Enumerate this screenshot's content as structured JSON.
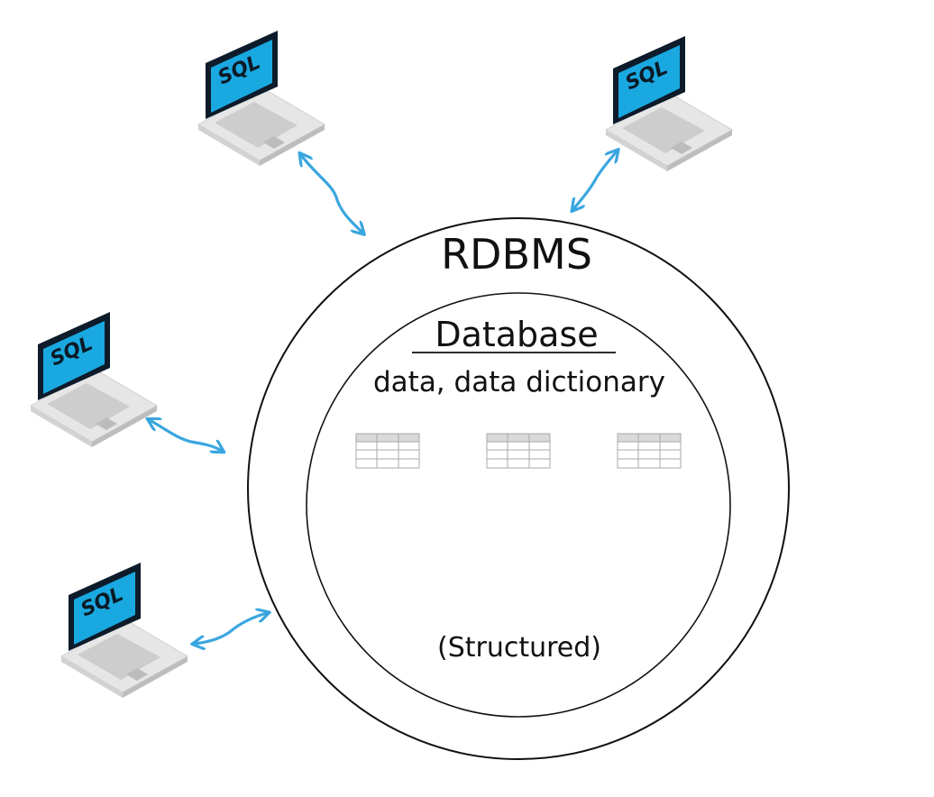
{
  "diagram": {
    "system_label": "RDBMS",
    "database_label": "Database",
    "database_contents": "data, data dictionary",
    "structure_note": "(Structured)",
    "client_screen_text": "SQL",
    "clients": [
      {
        "id": "client-top-left",
        "screen_text": "SQL"
      },
      {
        "id": "client-top-right",
        "screen_text": "SQL"
      },
      {
        "id": "client-middle-left",
        "screen_text": "SQL"
      },
      {
        "id": "client-bottom-left",
        "screen_text": "SQL"
      }
    ],
    "tables_count": 3,
    "colors": {
      "screen": "#1aa8e0",
      "screen_border": "#0d1b2a",
      "laptop_body": "#e4e4e4",
      "arrow": "#3aa6df",
      "circle_stroke": "#111111"
    }
  }
}
